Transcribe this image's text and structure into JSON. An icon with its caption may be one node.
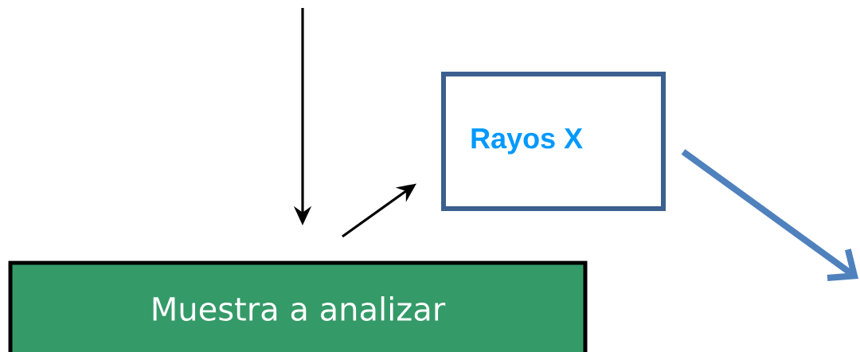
{
  "diagram": {
    "nodes": [
      {
        "text": [
          "Rayos X"
        ]
      },
      {
        "text": [
          "Muestra a analizar"
        ]
      }
    ],
    "edges": [
      {
        "from": null,
        "to": 1,
        "arrow": "to"
      },
      {
        "from": 1,
        "to": 0,
        "arrow": "to"
      },
      {
        "from": 0,
        "to": null,
        "arrow": "to",
        "style": "thick",
        "color": "#4f81bd"
      }
    ]
  }
}
